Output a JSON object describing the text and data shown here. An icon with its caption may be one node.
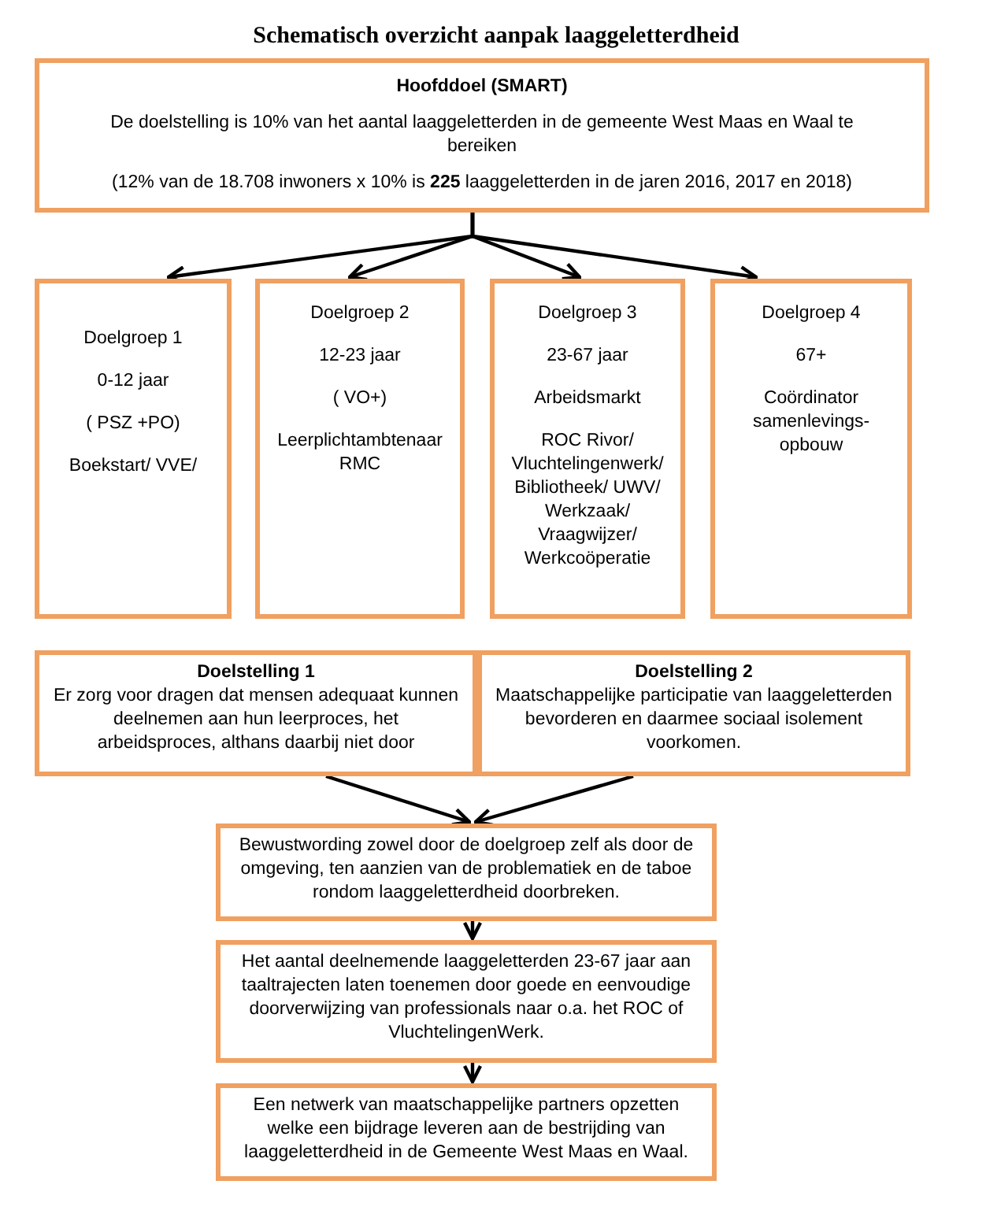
{
  "diagram": {
    "title": "Schematisch overzicht aanpak laaggeletterdheid",
    "nodes": [
      {
        "text": [
          "Hoofddoel (SMART)",
          "De doelstelling is 10% van het aantal laaggeletterden in de gemeente West Maas en Waal te bereiken",
          "(12% van de 18.708 inwoners x 10% is **225** laaggeletterden in de jaren 2016, 2017 en 2018)"
        ]
      },
      {
        "text": [
          "Doelgroep 1",
          "0-12 jaar",
          "( PSZ +PO)",
          "Boekstart/ VVE/"
        ]
      },
      {
        "text": [
          "Doelgroep 2",
          "12-23 jaar",
          "( VO+)",
          "Leerplichtambtenaar RMC"
        ]
      },
      {
        "text": [
          "Doelgroep 3",
          "23-67 jaar",
          "Arbeidsmarkt",
          "ROC Rivor/ Vluchtelingenwerk/ Bibliotheek/ UWV/ Werkzaak/ Vraagwijzer/ Werkcoöperatie"
        ]
      },
      {
        "text": [
          "Doelgroep 4",
          "67+",
          "Coördinator samenlevings-opbouw"
        ]
      },
      {
        "text": [
          "Doelstelling 1",
          "Er zorg voor dragen dat mensen adequaat kunnen deelnemen aan hun leerproces, het arbeidsproces, althans daarbij niet door"
        ]
      },
      {
        "text": [
          "Doelstelling 2",
          "Maatschappelijke participatie van laaggeletterden bevorderen en daarmee sociaal isolement voorkomen."
        ]
      },
      {
        "text": [
          "Bewustwording zowel door de doelgroep zelf als door de omgeving, ten aanzien van de problematiek en de taboe rondom laaggeletterdheid doorbreken."
        ]
      },
      {
        "text": [
          "Het aantal deelnemende laaggeletterden 23-67 jaar aan taaltrajecten laten toenemen door goede en eenvoudige doorverwijzing van professionals naar o.a. het ROC of VluchtelingenWerk."
        ]
      },
      {
        "text": [
          "Een netwerk van maatschappelijke partners opzetten welke een bijdrage leveren aan de bestrijding van laaggeletterdheid in de Gemeente West Maas en Waal."
        ]
      }
    ],
    "edges": [
      {
        "from": 0,
        "to": 1,
        "arrow": "to"
      },
      {
        "from": 0,
        "to": 2,
        "arrow": "to"
      },
      {
        "from": 0,
        "to": 3,
        "arrow": "to"
      },
      {
        "from": 0,
        "to": 4,
        "arrow": "to"
      },
      {
        "from": 5,
        "to": 7,
        "arrow": "to"
      },
      {
        "from": 6,
        "to": 7,
        "arrow": "to"
      },
      {
        "from": 7,
        "to": 8,
        "arrow": "to"
      },
      {
        "from": 8,
        "to": 9,
        "arrow": "to"
      }
    ]
  }
}
